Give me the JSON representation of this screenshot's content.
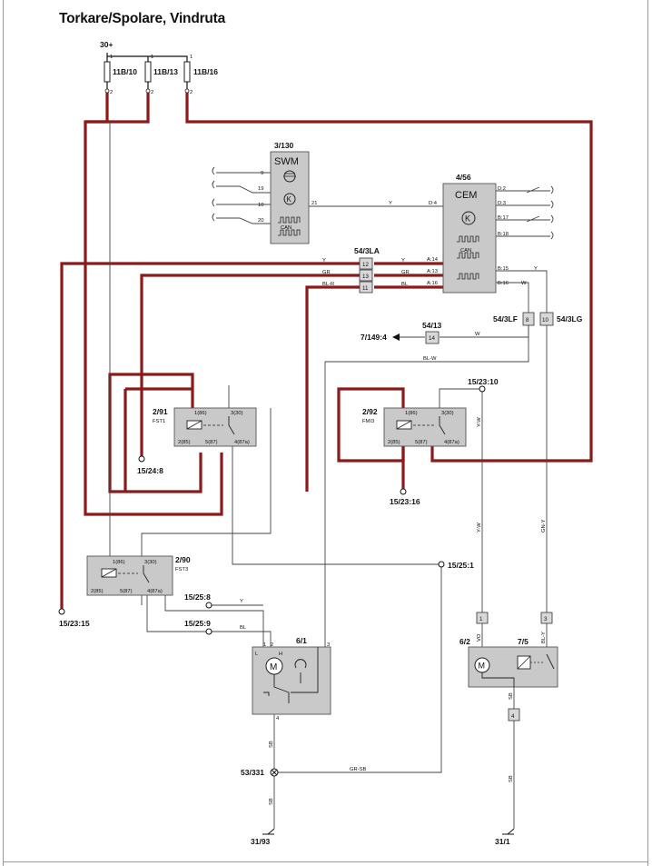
{
  "title": "Torkare/Spolare, Vindruta",
  "supply": {
    "label": "30+",
    "fuses": [
      {
        "name": "11B/10",
        "pin_top": "1",
        "pin_bottom": "2"
      },
      {
        "name": "11B/13",
        "pin_top": "1",
        "pin_bottom": "2"
      },
      {
        "name": "11B/16",
        "pin_top": "1",
        "pin_bottom": "2"
      }
    ]
  },
  "swm": {
    "id": "3/130",
    "name": "SWM",
    "pins": [
      "9",
      "19",
      "10",
      "20",
      "21"
    ],
    "can": "CAN"
  },
  "cem": {
    "id": "4/56",
    "name": "CEM",
    "pins_left": [
      "D:4",
      "A:14",
      "A:13",
      "A:16"
    ],
    "pins_right": [
      "D:2",
      "D:3",
      "B:17",
      "B:18",
      "B:15",
      "B:16"
    ],
    "can": "CAN"
  },
  "connector_54_3la": {
    "id": "54/3LA",
    "pins": [
      "12",
      "13",
      "11"
    ]
  },
  "connector_54_3lf": {
    "id": "54/3LF",
    "pin": "8"
  },
  "connector_54_3lg": {
    "id": "54/3LG",
    "pin": "10"
  },
  "connector_54_13": {
    "id": "54/13",
    "pin": "14",
    "target": "7/149:4"
  },
  "relays": [
    {
      "id": "2/91",
      "name": "FST1",
      "pins": [
        "1(86)",
        "3(30)",
        "2(85)",
        "5(87)",
        "4(87a)"
      ]
    },
    {
      "id": "2/92",
      "name": "FMI3",
      "pins": [
        "1(86)",
        "3(30)",
        "2(85)",
        "5(87)",
        "4(87a)"
      ]
    },
    {
      "id": "2/90",
      "name": "FST3",
      "pins": [
        "1(86)",
        "3(30)",
        "2(85)",
        "5(87)",
        "4(87a)"
      ]
    }
  ],
  "ground_points": {
    "g1": "15/24:8",
    "g2": "15/23:16",
    "g3": "15/23:10",
    "g4": "15/25:1",
    "g5": "15/25:8",
    "g6": "15/25:9",
    "g7": "15/23:15",
    "g8": "53/331",
    "g9": "31/93",
    "g10": "31/1"
  },
  "wiper_motor": {
    "id": "6/1",
    "pins": [
      "L",
      "1",
      "2",
      "H",
      "3",
      "4"
    ]
  },
  "washer_pump": {
    "id": "6/2"
  },
  "washer_relay": {
    "id": "7/5"
  },
  "washer_connector": {
    "pins": [
      "1",
      "3"
    ]
  },
  "connector_4": "4",
  "wire_colors": {
    "y": "Y",
    "gr": "GR",
    "bl_r": "BL-R",
    "w": "W",
    "bl_w": "BL-W",
    "y_w": "Y-W",
    "gn_y": "GN-Y",
    "bl": "BL",
    "sb": "SB",
    "gr_sb": "GR-SB",
    "vo": "VO",
    "bl_y": "BL-Y"
  },
  "colors": {
    "power_wire": "#8b1a1a",
    "component_fill": "#c9c9c9"
  }
}
